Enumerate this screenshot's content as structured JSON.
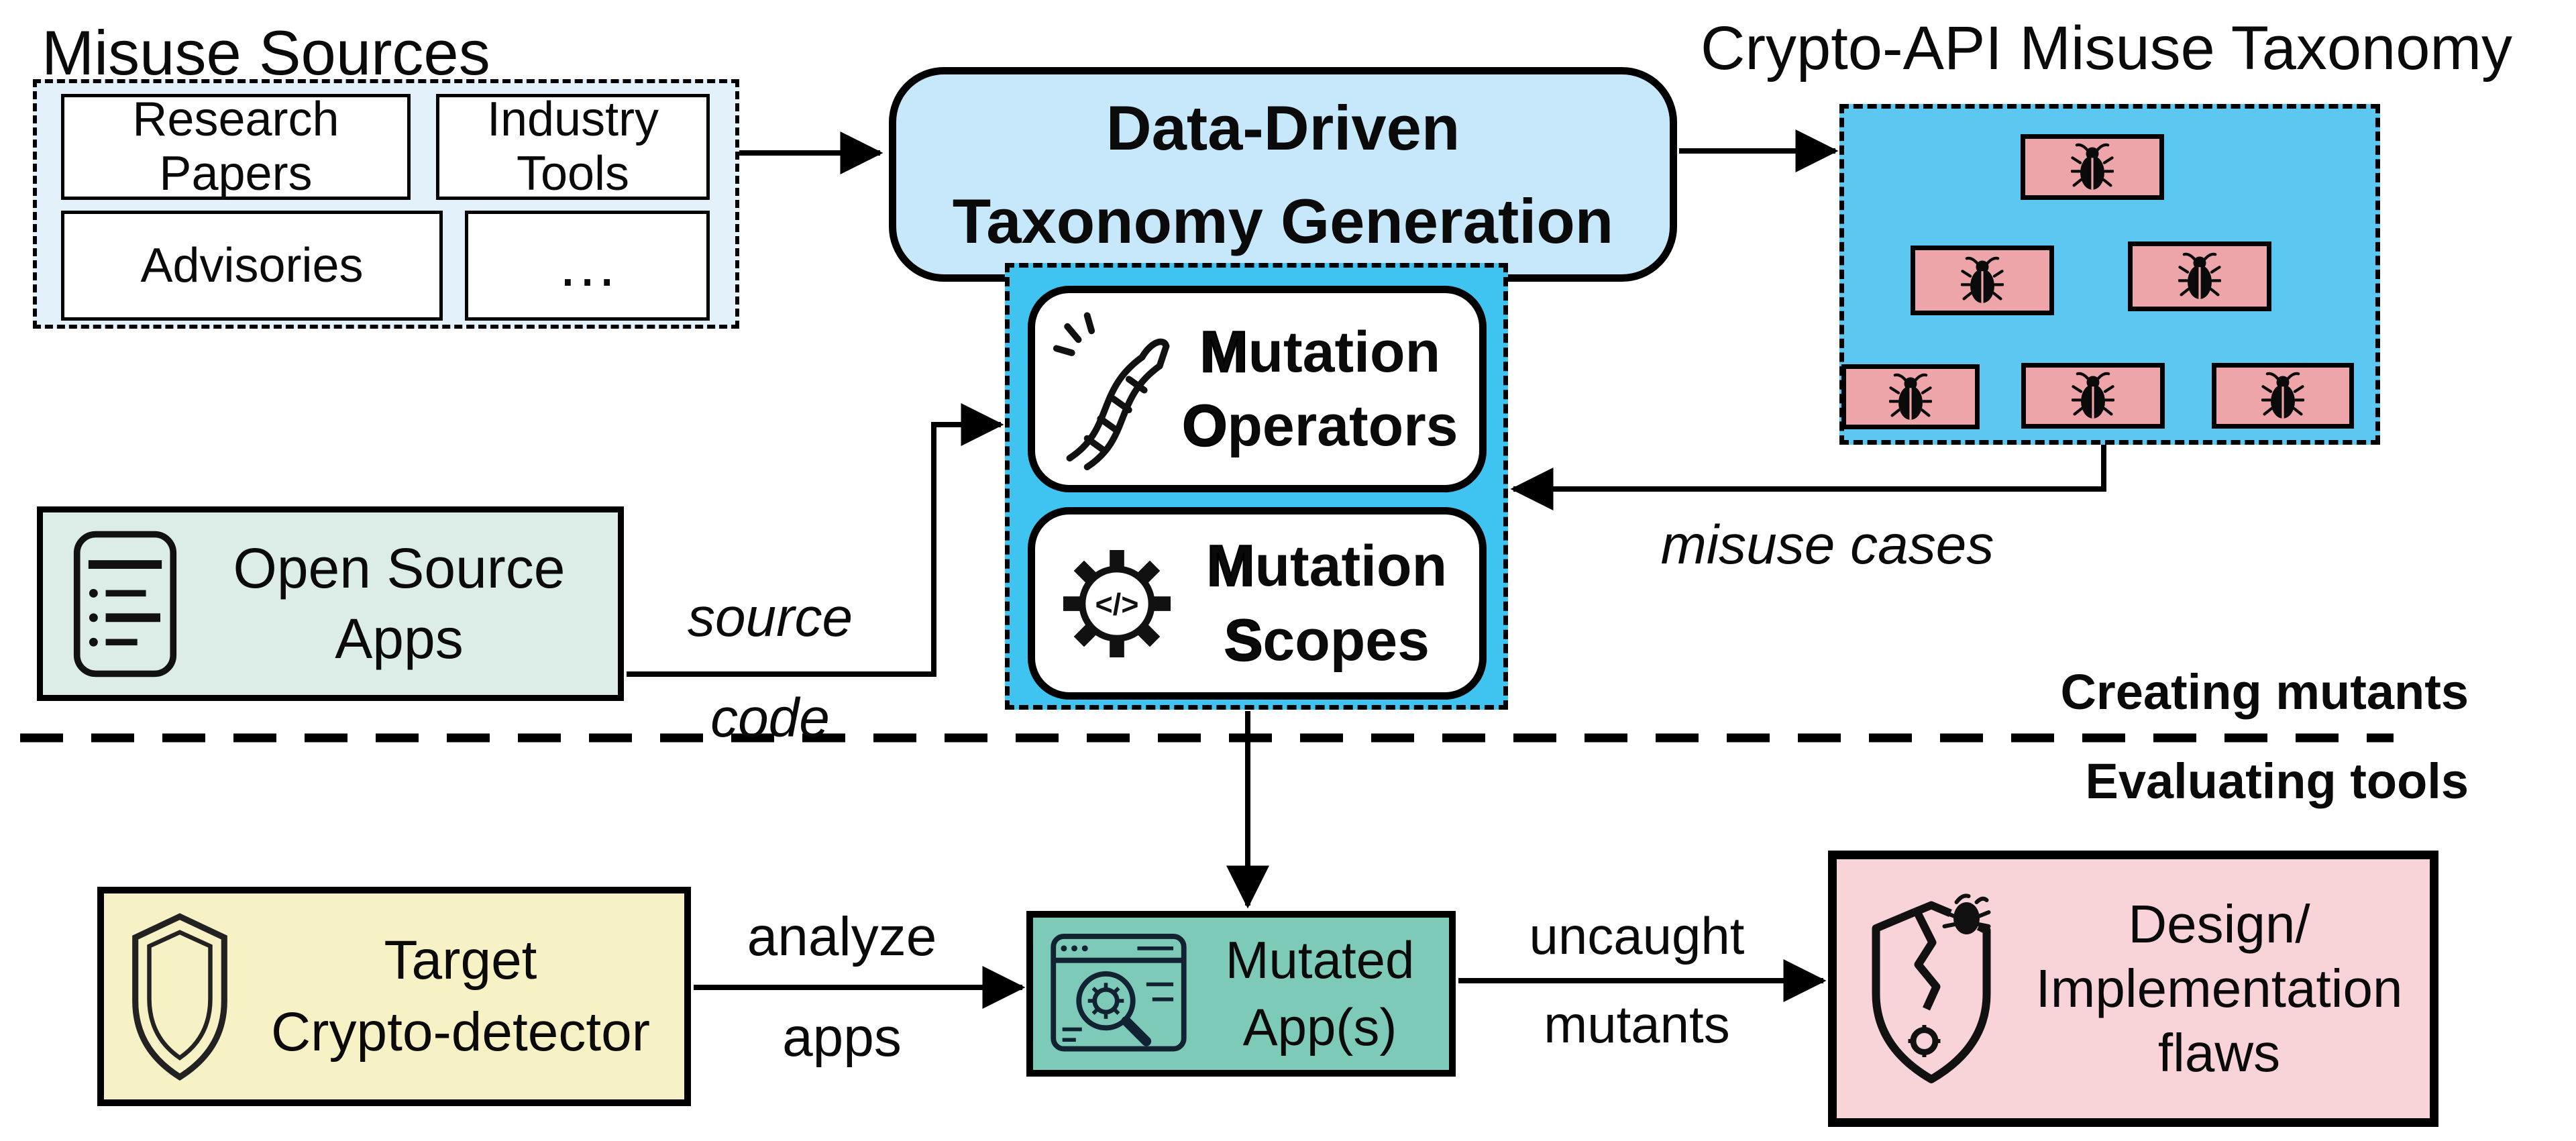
{
  "colors": {
    "pale_blue_panel": "#e2f1fa",
    "pale_blue_box": "#c7e7fa",
    "cyan_mutation": "#3fc3f1",
    "cyan_taxonomy": "#5cc7f0",
    "pink_node": "#eda5a9",
    "pink_flaws": "#f8d3d8",
    "yellow_target": "#f6f2c5",
    "mint_apps": "#dcede8",
    "teal_mutated": "#7ecab8",
    "line_black": "#000000"
  },
  "misuse_sources": {
    "title": "Misuse Sources",
    "items": {
      "research": {
        "line1": "Research",
        "line2": "Papers"
      },
      "industry": {
        "line1": "Industry",
        "line2": "Tools"
      },
      "advisories": "Advisories",
      "more": "…"
    }
  },
  "taxonomy_generation": {
    "line1": "Data-Driven",
    "line2": "Taxonomy Generation"
  },
  "taxonomy": {
    "title": "Crypto-API Misuse Taxonomy",
    "node_icon": "bug-icon",
    "node_count": 6
  },
  "mutation_engine": {
    "operators": {
      "w1f": "M",
      "w1r": "utation",
      "w2f": "O",
      "w2r": "perators"
    },
    "scopes": {
      "w1f": "M",
      "w1r": "utation",
      "w2f": "S",
      "w2r": "copes"
    },
    "gear_glyph": "</>"
  },
  "open_source_apps": {
    "line1": "Open Source",
    "line2": "Apps"
  },
  "edges": {
    "source_code": {
      "line1": "source",
      "line2": "code"
    },
    "misuse_cases": "misuse cases",
    "analyze": {
      "line1": "analyze",
      "line2": "apps"
    },
    "uncaught": {
      "line1": "uncaught",
      "line2": "mutants"
    }
  },
  "sections": {
    "creating_mutants": "Creating mutants",
    "evaluating_tools": "Evaluating tools"
  },
  "target_detector": {
    "line1": "Target",
    "line2": "Crypto-detector"
  },
  "mutated_apps": {
    "line1": "Mutated",
    "line2": "App(s)"
  },
  "flaws": {
    "line1": "Design/",
    "line2": "Implementation",
    "line3": "flaws"
  }
}
